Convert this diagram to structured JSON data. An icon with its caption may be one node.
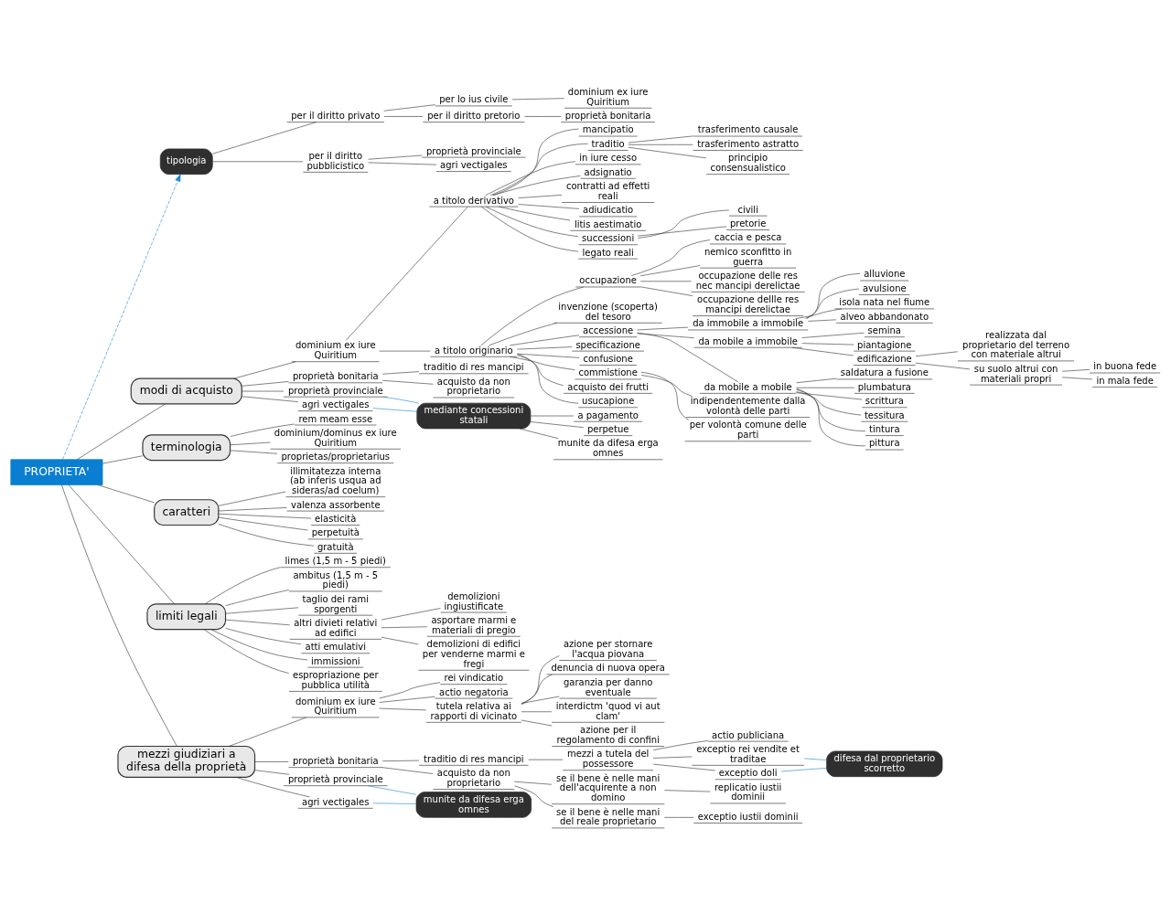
{
  "diagram": {
    "nodes": [
      {
        "text": [
          "PROPRIETA'"
        ]
      },
      {
        "text": [
          "tipologia"
        ]
      },
      {
        "text": [
          "per il diritto privato"
        ]
      },
      {
        "text": [
          "per lo ius civile"
        ]
      },
      {
        "text": [
          "dominium ex iure Quiritium"
        ]
      },
      {
        "text": [
          "per il diritto pretorio"
        ]
      },
      {
        "text": [
          "proprietà bonitaria"
        ]
      },
      {
        "text": [
          "per il diritto pubblicistico"
        ]
      },
      {
        "text": [
          "proprietà provinciale"
        ]
      },
      {
        "text": [
          "agri vectigales"
        ]
      },
      {
        "text": [
          "modi di acquisto"
        ]
      },
      {
        "text": [
          "dominium ex iure Quiritium"
        ]
      },
      {
        "text": [
          "a titolo derivativo"
        ]
      },
      {
        "text": [
          "mancipatio"
        ]
      },
      {
        "text": [
          "traditio"
        ]
      },
      {
        "text": [
          "trasferimento causale"
        ]
      },
      {
        "text": [
          "trasferimento astratto"
        ]
      },
      {
        "text": [
          "principio consensualistico"
        ]
      },
      {
        "text": [
          "in iure cesso"
        ]
      },
      {
        "text": [
          "adsignatio"
        ]
      },
      {
        "text": [
          "contratti ad effetti reali"
        ]
      },
      {
        "text": [
          "adiudicatio"
        ]
      },
      {
        "text": [
          "litis aestimatio"
        ]
      },
      {
        "text": [
          "successioni"
        ]
      },
      {
        "text": [
          "civili"
        ]
      },
      {
        "text": [
          "pretorie"
        ]
      },
      {
        "text": [
          "legato reali"
        ]
      },
      {
        "text": [
          "a titolo originario"
        ]
      },
      {
        "text": [
          "occupazione"
        ]
      },
      {
        "text": [
          "caccia e pesca"
        ]
      },
      {
        "text": [
          "nemico sconfitto in guerra"
        ]
      },
      {
        "text": [
          "occupazione delle res nec mancipi derelictae"
        ]
      },
      {
        "text": [
          "occupazione dellle res mancipi derelictae"
        ]
      },
      {
        "text": [
          "invenzione (scoperta) del tesoro"
        ]
      },
      {
        "text": [
          "accessione"
        ]
      },
      {
        "text": [
          "da immobile a immobile"
        ]
      },
      {
        "text": [
          "alluvione"
        ]
      },
      {
        "text": [
          "avulsione"
        ]
      },
      {
        "text": [
          "isola nata nel fiume"
        ]
      },
      {
        "text": [
          "alveo abbandonato"
        ]
      },
      {
        "text": [
          "da mobile a immobile"
        ]
      },
      {
        "text": [
          "semina"
        ]
      },
      {
        "text": [
          "piantagione"
        ]
      },
      {
        "text": [
          "edificazione"
        ]
      },
      {
        "text": [
          "realizzata dal proprietario del terreno con materiale altrui"
        ]
      },
      {
        "text": [
          "su suolo altrui con materiali propri"
        ]
      },
      {
        "text": [
          "in buona fede"
        ]
      },
      {
        "text": [
          "in mala fede"
        ]
      },
      {
        "text": [
          "da mobile a mobile"
        ]
      },
      {
        "text": [
          "saldatura a fusione"
        ]
      },
      {
        "text": [
          "plumbatura"
        ]
      },
      {
        "text": [
          "scrittura"
        ]
      },
      {
        "text": [
          "tessitura"
        ]
      },
      {
        "text": [
          "tintura"
        ]
      },
      {
        "text": [
          "pittura"
        ]
      },
      {
        "text": [
          "specificazione"
        ]
      },
      {
        "text": [
          "confusione"
        ]
      },
      {
        "text": [
          "commistione"
        ]
      },
      {
        "text": [
          "indipendentemente dalla volontà delle parti"
        ]
      },
      {
        "text": [
          "per volontà comune delle parti"
        ]
      },
      {
        "text": [
          "acquisto dei frutti"
        ]
      },
      {
        "text": [
          "usucapione"
        ]
      },
      {
        "text": [
          "proprietà bonitaria"
        ]
      },
      {
        "text": [
          "traditio di res mancipi"
        ]
      },
      {
        "text": [
          "acquisto da non proprietario"
        ]
      },
      {
        "text": [
          "proprietà provinciale"
        ]
      },
      {
        "text": [
          "agri vectigales"
        ]
      },
      {
        "text": [
          "mediante concessioni statali"
        ]
      },
      {
        "text": [
          "a pagamento"
        ]
      },
      {
        "text": [
          "perpetue"
        ]
      },
      {
        "text": [
          "munite da difesa erga omnes"
        ]
      },
      {
        "text": [
          "terminologia"
        ]
      },
      {
        "text": [
          "rem meam esse"
        ]
      },
      {
        "text": [
          "dominium/dominus ex iure Quiritium"
        ]
      },
      {
        "text": [
          "proprietas/proprietarius"
        ]
      },
      {
        "text": [
          "caratteri"
        ]
      },
      {
        "text": [
          "illimitatezza interna (ab inferis usqua ad sideras/ad coelum)"
        ]
      },
      {
        "text": [
          "valenza assorbente"
        ]
      },
      {
        "text": [
          "elasticità"
        ]
      },
      {
        "text": [
          "perpetuità"
        ]
      },
      {
        "text": [
          "gratuità"
        ]
      },
      {
        "text": [
          "limiti legali"
        ]
      },
      {
        "text": [
          "limes (1,5 m - 5 piedi)"
        ]
      },
      {
        "text": [
          "ambitus (1,5 m - 5 piedi)"
        ]
      },
      {
        "text": [
          "taglio dei rami sporgenti"
        ]
      },
      {
        "text": [
          "altri divieti relativi ad edifici"
        ]
      },
      {
        "text": [
          "demolizioni ingiustificate"
        ]
      },
      {
        "text": [
          "asportare marmi e materiali di pregio"
        ]
      },
      {
        "text": [
          "demolizioni di edifici per venderne marmi e fregi"
        ]
      },
      {
        "text": [
          "atti emulativi"
        ]
      },
      {
        "text": [
          "immissioni"
        ]
      },
      {
        "text": [
          "espropriazione per pubblica utilità"
        ]
      },
      {
        "text": [
          "mezzi giudiziari a difesa della proprietà"
        ]
      },
      {
        "text": [
          "dominium ex iure Quiritium"
        ]
      },
      {
        "text": [
          "rei vindicatio"
        ]
      },
      {
        "text": [
          "actio negatoria"
        ]
      },
      {
        "text": [
          "tutela relativa ai rapporti di vicinato"
        ]
      },
      {
        "text": [
          "azione per stornare l'acqua piovana"
        ]
      },
      {
        "text": [
          "denuncia di nuova opera"
        ]
      },
      {
        "text": [
          "garanzia per danno eventuale"
        ]
      },
      {
        "text": [
          "interdictm 'quod vi aut clam'"
        ]
      },
      {
        "text": [
          "azione per il regolamento di confini"
        ]
      },
      {
        "text": [
          "proprietà bonitaria"
        ]
      },
      {
        "text": [
          "traditio di res mancipi"
        ]
      },
      {
        "text": [
          "mezzi a tutela del possessore"
        ]
      },
      {
        "text": [
          "actio publiciana"
        ]
      },
      {
        "text": [
          "exceptio rei vendite et traditae"
        ]
      },
      {
        "text": [
          "exceptio doli"
        ]
      },
      {
        "text": [
          "difesa dal proprietario scorretto"
        ]
      },
      {
        "text": [
          "acquisto da non proprietario"
        ]
      },
      {
        "text": [
          "se il bene è nelle mani dell'acquirente a non domino"
        ]
      },
      {
        "text": [
          "replicatio iustii dominii"
        ]
      },
      {
        "text": [
          "se il bene è nelle mani del reale proprietario"
        ]
      },
      {
        "text": [
          "exceptio iustii dominii"
        ]
      },
      {
        "text": [
          "proprietà provinciale"
        ]
      },
      {
        "text": [
          "agri vectigales"
        ]
      },
      {
        "text": [
          "munite da difesa erga omnes"
        ]
      }
    ],
    "edges": [
      {
        "from": 0,
        "to": 1,
        "arrow": "to",
        "style": "dashed",
        "color": "#1a8ad4"
      },
      {
        "from": 1,
        "to": 2,
        "arrow": "none"
      },
      {
        "from": 2,
        "to": 3,
        "arrow": "none"
      },
      {
        "from": 3,
        "to": 4,
        "arrow": "none"
      },
      {
        "from": 2,
        "to": 5,
        "arrow": "none"
      },
      {
        "from": 5,
        "to": 6,
        "arrow": "none"
      },
      {
        "from": 1,
        "to": 7,
        "arrow": "none"
      },
      {
        "from": 7,
        "to": 8,
        "arrow": "none"
      },
      {
        "from": 7,
        "to": 9,
        "arrow": "none"
      },
      {
        "from": 0,
        "to": 10,
        "arrow": "none"
      },
      {
        "from": 10,
        "to": 11,
        "arrow": "none"
      },
      {
        "from": 11,
        "to": 12,
        "arrow": "none"
      },
      {
        "from": 12,
        "to": 13,
        "arrow": "none"
      },
      {
        "from": 12,
        "to": 14,
        "arrow": "none"
      },
      {
        "from": 14,
        "to": 15,
        "arrow": "none"
      },
      {
        "from": 14,
        "to": 16,
        "arrow": "none"
      },
      {
        "from": 14,
        "to": 17,
        "arrow": "none"
      },
      {
        "from": 12,
        "to": 18,
        "arrow": "none"
      },
      {
        "from": 12,
        "to": 19,
        "arrow": "none"
      },
      {
        "from": 12,
        "to": 20,
        "arrow": "none"
      },
      {
        "from": 12,
        "to": 21,
        "arrow": "none"
      },
      {
        "from": 12,
        "to": 22,
        "arrow": "none"
      },
      {
        "from": 12,
        "to": 23,
        "arrow": "none"
      },
      {
        "from": 23,
        "to": 24,
        "arrow": "none"
      },
      {
        "from": 23,
        "to": 25,
        "arrow": "none"
      },
      {
        "from": 12,
        "to": 26,
        "arrow": "none"
      },
      {
        "from": 11,
        "to": 27,
        "arrow": "none"
      },
      {
        "from": 27,
        "to": 28,
        "arrow": "none"
      },
      {
        "from": 28,
        "to": 29,
        "arrow": "none"
      },
      {
        "from": 28,
        "to": 30,
        "arrow": "none"
      },
      {
        "from": 28,
        "to": 31,
        "arrow": "none"
      },
      {
        "from": 28,
        "to": 32,
        "arrow": "none"
      },
      {
        "from": 27,
        "to": 33,
        "arrow": "none"
      },
      {
        "from": 27,
        "to": 34,
        "arrow": "none"
      },
      {
        "from": 34,
        "to": 35,
        "arrow": "none"
      },
      {
        "from": 35,
        "to": 36,
        "arrow": "none"
      },
      {
        "from": 35,
        "to": 37,
        "arrow": "none"
      },
      {
        "from": 35,
        "to": 38,
        "arrow": "none"
      },
      {
        "from": 35,
        "to": 39,
        "arrow": "none"
      },
      {
        "from": 34,
        "to": 40,
        "arrow": "none"
      },
      {
        "from": 40,
        "to": 41,
        "arrow": "none"
      },
      {
        "from": 40,
        "to": 42,
        "arrow": "none"
      },
      {
        "from": 40,
        "to": 43,
        "arrow": "none"
      },
      {
        "from": 43,
        "to": 44,
        "arrow": "none"
      },
      {
        "from": 43,
        "to": 45,
        "arrow": "none"
      },
      {
        "from": 45,
        "to": 46,
        "arrow": "none"
      },
      {
        "from": 45,
        "to": 47,
        "arrow": "none"
      },
      {
        "from": 34,
        "to": 48,
        "arrow": "none"
      },
      {
        "from": 48,
        "to": 49,
        "arrow": "none"
      },
      {
        "from": 48,
        "to": 50,
        "arrow": "none"
      },
      {
        "from": 48,
        "to": 51,
        "arrow": "none"
      },
      {
        "from": 48,
        "to": 52,
        "arrow": "none"
      },
      {
        "from": 48,
        "to": 53,
        "arrow": "none"
      },
      {
        "from": 48,
        "to": 54,
        "arrow": "none"
      },
      {
        "from": 27,
        "to": 55,
        "arrow": "none"
      },
      {
        "from": 27,
        "to": 56,
        "arrow": "none"
      },
      {
        "from": 27,
        "to": 57,
        "arrow": "none"
      },
      {
        "from": 57,
        "to": 58,
        "arrow": "none"
      },
      {
        "from": 57,
        "to": 59,
        "arrow": "none"
      },
      {
        "from": 27,
        "to": 60,
        "arrow": "none"
      },
      {
        "from": 27,
        "to": 61,
        "arrow": "none"
      },
      {
        "from": 10,
        "to": 62,
        "arrow": "none"
      },
      {
        "from": 62,
        "to": 63,
        "arrow": "none"
      },
      {
        "from": 62,
        "to": 64,
        "arrow": "none"
      },
      {
        "from": 10,
        "to": 65,
        "arrow": "none"
      },
      {
        "from": 10,
        "to": 66,
        "arrow": "none"
      },
      {
        "from": 65,
        "to": 67,
        "arrow": "none",
        "color": "#1a8ad4"
      },
      {
        "from": 66,
        "to": 67,
        "arrow": "none",
        "color": "#1a8ad4"
      },
      {
        "from": 67,
        "to": 68,
        "arrow": "none"
      },
      {
        "from": 67,
        "to": 69,
        "arrow": "none"
      },
      {
        "from": 67,
        "to": 70,
        "arrow": "none"
      },
      {
        "from": 0,
        "to": 71,
        "arrow": "none"
      },
      {
        "from": 71,
        "to": 72,
        "arrow": "none"
      },
      {
        "from": 71,
        "to": 73,
        "arrow": "none"
      },
      {
        "from": 71,
        "to": 74,
        "arrow": "none"
      },
      {
        "from": 0,
        "to": 75,
        "arrow": "none"
      },
      {
        "from": 75,
        "to": 76,
        "arrow": "none"
      },
      {
        "from": 75,
        "to": 77,
        "arrow": "none"
      },
      {
        "from": 75,
        "to": 78,
        "arrow": "none"
      },
      {
        "from": 75,
        "to": 79,
        "arrow": "none"
      },
      {
        "from": 75,
        "to": 80,
        "arrow": "none"
      },
      {
        "from": 0,
        "to": 81,
        "arrow": "none"
      },
      {
        "from": 81,
        "to": 82,
        "arrow": "none"
      },
      {
        "from": 81,
        "to": 83,
        "arrow": "none"
      },
      {
        "from": 81,
        "to": 84,
        "arrow": "none"
      },
      {
        "from": 81,
        "to": 85,
        "arrow": "none"
      },
      {
        "from": 85,
        "to": 86,
        "arrow": "none"
      },
      {
        "from": 85,
        "to": 87,
        "arrow": "none"
      },
      {
        "from": 85,
        "to": 88,
        "arrow": "none"
      },
      {
        "from": 81,
        "to": 89,
        "arrow": "none"
      },
      {
        "from": 81,
        "to": 90,
        "arrow": "none"
      },
      {
        "from": 81,
        "to": 91,
        "arrow": "none"
      },
      {
        "from": 0,
        "to": 92,
        "arrow": "none"
      },
      {
        "from": 92,
        "to": 93,
        "arrow": "none"
      },
      {
        "from": 93,
        "to": 94,
        "arrow": "none"
      },
      {
        "from": 93,
        "to": 95,
        "arrow": "none"
      },
      {
        "from": 93,
        "to": 96,
        "arrow": "none"
      },
      {
        "from": 96,
        "to": 97,
        "arrow": "none"
      },
      {
        "from": 96,
        "to": 98,
        "arrow": "none"
      },
      {
        "from": 96,
        "to": 99,
        "arrow": "none"
      },
      {
        "from": 96,
        "to": 100,
        "arrow": "none"
      },
      {
        "from": 96,
        "to": 101,
        "arrow": "none"
      },
      {
        "from": 92,
        "to": 102,
        "arrow": "none"
      },
      {
        "from": 102,
        "to": 103,
        "arrow": "none"
      },
      {
        "from": 103,
        "to": 104,
        "arrow": "none"
      },
      {
        "from": 104,
        "to": 105,
        "arrow": "none"
      },
      {
        "from": 104,
        "to": 106,
        "arrow": "none"
      },
      {
        "from": 104,
        "to": 107,
        "arrow": "none"
      },
      {
        "from": 106,
        "to": 108,
        "arrow": "none",
        "color": "#1a8ad4"
      },
      {
        "from": 107,
        "to": 108,
        "arrow": "none",
        "color": "#1a8ad4"
      },
      {
        "from": 102,
        "to": 109,
        "arrow": "none"
      },
      {
        "from": 109,
        "to": 110,
        "arrow": "none"
      },
      {
        "from": 110,
        "to": 111,
        "arrow": "none"
      },
      {
        "from": 109,
        "to": 112,
        "arrow": "none"
      },
      {
        "from": 112,
        "to": 113,
        "arrow": "none"
      },
      {
        "from": 92,
        "to": 114,
        "arrow": "none"
      },
      {
        "from": 92,
        "to": 115,
        "arrow": "none"
      },
      {
        "from": 114,
        "to": 116,
        "arrow": "none",
        "color": "#1a8ad4"
      },
      {
        "from": 115,
        "to": 116,
        "arrow": "none",
        "color": "#1a8ad4"
      }
    ]
  }
}
